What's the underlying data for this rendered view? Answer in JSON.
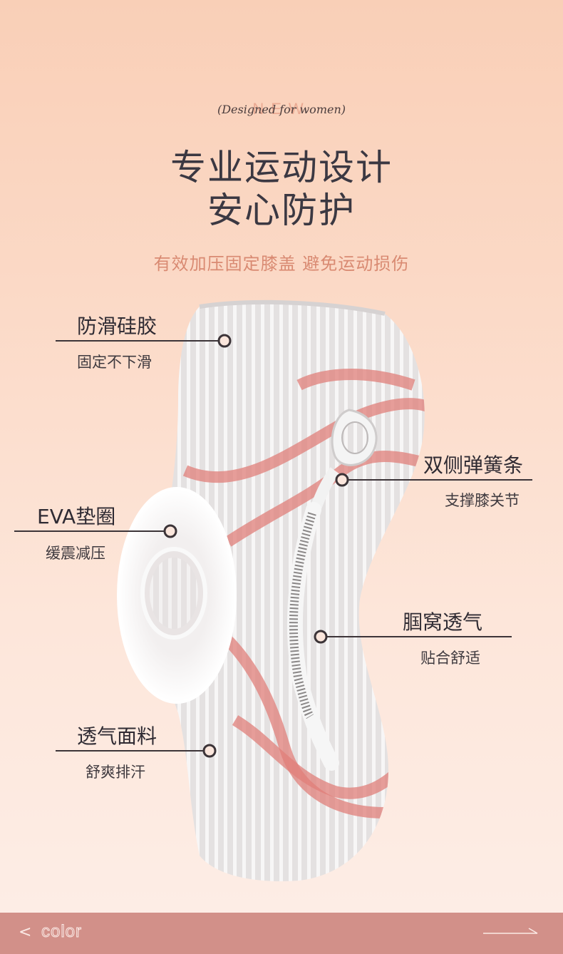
{
  "header": {
    "tagline": "(Designed for women)",
    "tagline_overlay": "NEW",
    "headline_line1": "专业运动设计",
    "headline_line2": "安心防护",
    "subtitle": "有效加压固定膝盖 避免运动损伤"
  },
  "callouts": [
    {
      "title": "防滑硅胶",
      "desc": "固定不下滑"
    },
    {
      "title": "双侧弹簧条",
      "desc": "支撑膝关节"
    },
    {
      "title": "EVA垫圈",
      "desc": "缓震减压"
    },
    {
      "title": "腘窝透气",
      "desc": "贴合舒适"
    },
    {
      "title": "透气面料",
      "desc": "舒爽排汗"
    }
  ],
  "footer": {
    "prev_symbol": "<",
    "color_label": "color"
  },
  "colors": {
    "accent": "#d29089",
    "subtitle": "#d98a72",
    "stripe_red": "#e07f7a",
    "sleeve": "#e6e3e2"
  }
}
